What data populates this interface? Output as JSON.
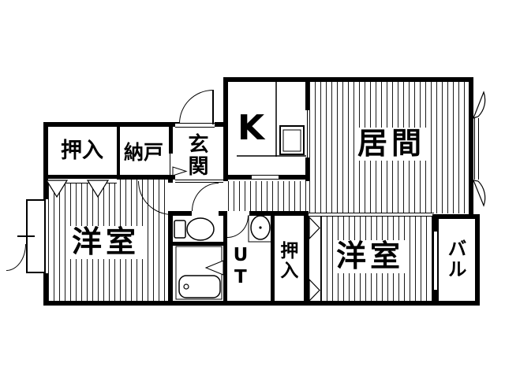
{
  "meta": {
    "type": "japanese-apartment-floor-plan",
    "colors": {
      "wall": "#000000",
      "floor": "#ffffff",
      "stripe": "#1a1a1a"
    }
  },
  "rooms": {
    "closet_top": {
      "label": "押入"
    },
    "storage": {
      "label": "納戸"
    },
    "entrance": {
      "label": "玄関"
    },
    "kitchen": {
      "label": "K"
    },
    "living": {
      "label": "居間"
    },
    "bedroom_left": {
      "label": "洋室"
    },
    "utility": {
      "label": "UT"
    },
    "closet_bottom": {
      "label": "押入"
    },
    "bedroom_right": {
      "label": "洋室"
    },
    "balcony": {
      "label": "バル"
    }
  },
  "fixtures": [
    "toilet",
    "bathtub",
    "wash-basin",
    "stove",
    "kitchen-counter",
    "entrance-door",
    "interior-doors",
    "folding-closet-doors",
    "casement-windows",
    "bay-window",
    "sliding-doors"
  ]
}
